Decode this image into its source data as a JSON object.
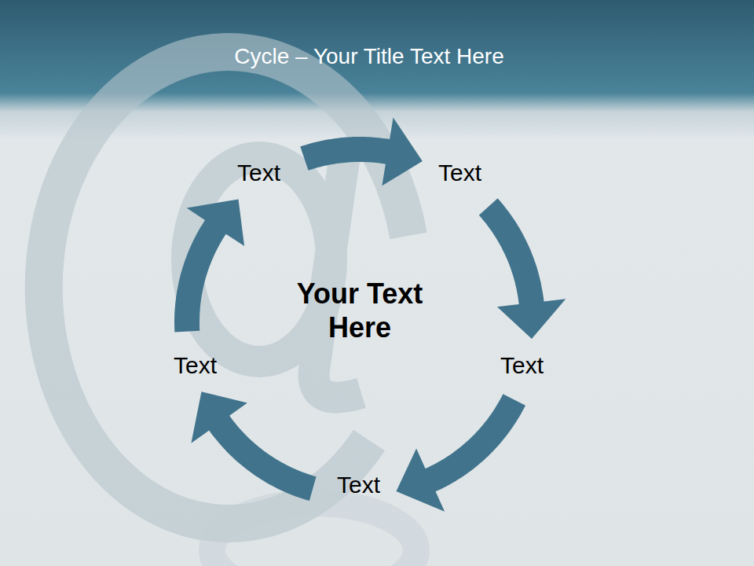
{
  "diagram": {
    "title": "Cycle – Your Title Text Here",
    "nodes": [
      {
        "text": [
          "Text"
        ]
      },
      {
        "text": [
          "Text"
        ]
      },
      {
        "text": [
          "Text"
        ]
      },
      {
        "text": [
          "Text"
        ]
      },
      {
        "text": [
          "Text"
        ]
      }
    ],
    "edges": [
      {
        "from": 0,
        "to": 1,
        "arrow": "to"
      },
      {
        "from": 1,
        "to": 2,
        "arrow": "to"
      },
      {
        "from": 2,
        "to": 3,
        "arrow": "to"
      },
      {
        "from": 3,
        "to": 4,
        "arrow": "to"
      },
      {
        "from": 4,
        "to": 0,
        "arrow": "to"
      }
    ],
    "labels": [
      "Your Text Here"
    ]
  }
}
